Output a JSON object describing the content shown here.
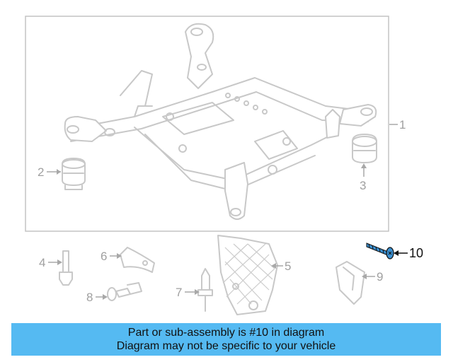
{
  "callouts": {
    "c1": "1",
    "c2": "2",
    "c3": "3",
    "c4": "4",
    "c5": "5",
    "c6": "6",
    "c7": "7",
    "c8": "8",
    "c9": "9",
    "c10": "10"
  },
  "highlight": {
    "part": "10",
    "color": "#3a8fd0"
  },
  "banner": {
    "line1": "Part or sub-assembly is #10 in diagram",
    "line2": "Diagram may not be specific to your vehicle",
    "color": "#55baf2"
  }
}
